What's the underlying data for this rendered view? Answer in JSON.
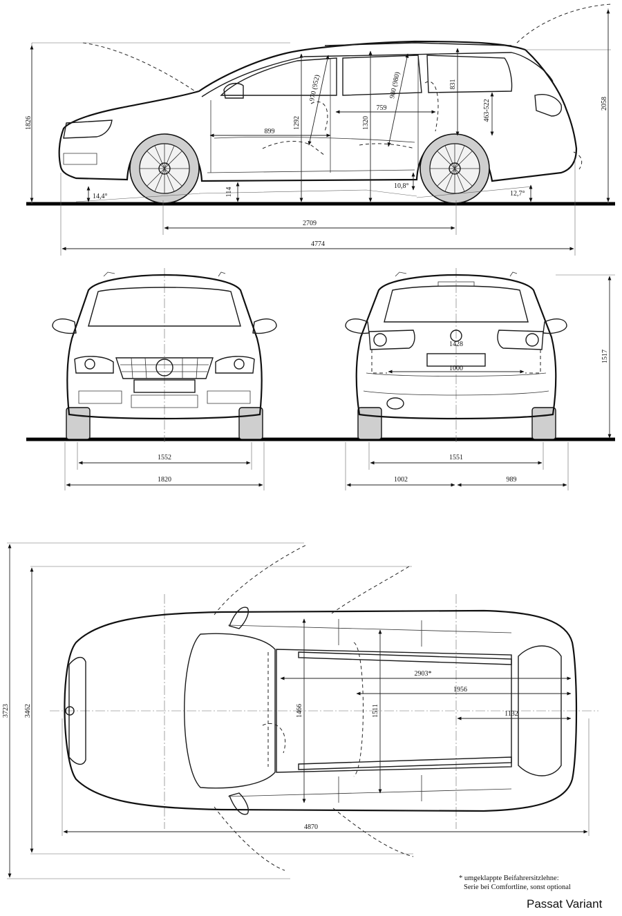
{
  "side_view": {
    "length": "4774",
    "wheelbase": "2709",
    "height": "1826",
    "height_open_tailgate": "2058",
    "front_overhang_to_seat": "899",
    "ground_clearance": "114",
    "approach_angle": "14,4°",
    "ramp_angle": "10,8°",
    "departure_angle": "12,7°",
    "front_headroom": "970 (952)",
    "rear_headroom": "980 (980)",
    "cargo_height": "831",
    "front_interior_height": "1292",
    "rear_interior_height": "1320",
    "rear_legroom": "759",
    "loading_sill_height": "463-522"
  },
  "front_view": {
    "track": "1552",
    "width": "1820"
  },
  "rear_view": {
    "track": "1551",
    "left_half_width": "1002",
    "right_half_width": "989",
    "tailgate_opening_width": "1000",
    "loading_width": "1428",
    "height_tailgate_open": "1517"
  },
  "top_view": {
    "width_doors_open": "3723",
    "width_mirrors_folded": "3462",
    "front_shoulder_width": "1466",
    "rear_shoulder_width": "1511",
    "cargo_length_folded": "2903*",
    "cargo_length_seats_down": "1956",
    "cargo_length": "1132",
    "length_overall": "4870"
  },
  "footnote": {
    "line1": "* umgeklappte Beifahrersitzlehne:",
    "line2": "Serie bei Comfortline, sonst optional"
  },
  "model_name": "Passat Variant"
}
